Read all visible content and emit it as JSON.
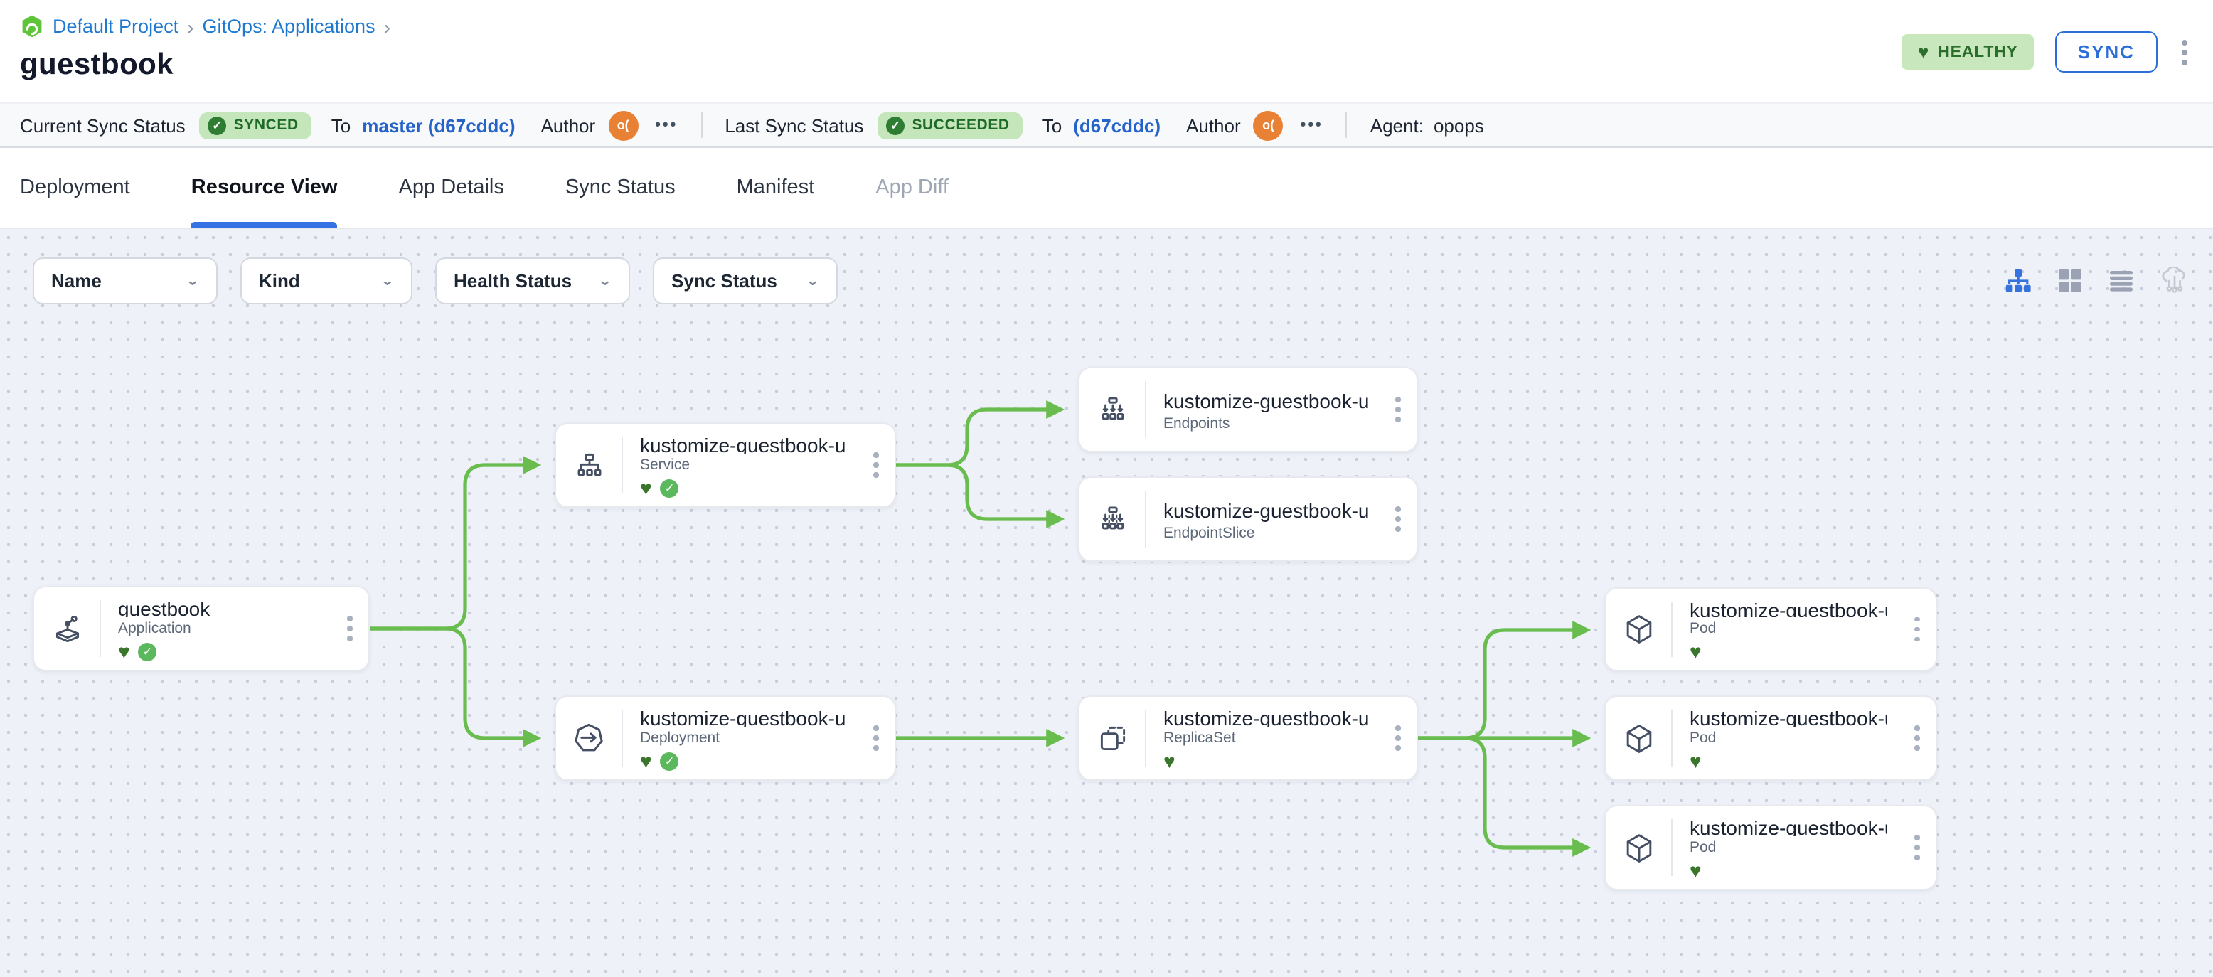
{
  "header": {
    "breadcrumb": {
      "project": "Default Project",
      "separator": "›",
      "section": "GitOps: Applications",
      "title": "guestbook"
    },
    "health_badge": "HEALTHY",
    "sync_button": "SYNC"
  },
  "status_bar": {
    "current": {
      "label": "Current Sync Status",
      "badge": "SYNCED",
      "to": "To",
      "commit": "master (d67cddc)",
      "author": "Author",
      "avatar_initials": "o(",
      "more": "•••"
    },
    "last": {
      "label": "Last Sync Status",
      "badge": "SUCCEEDED",
      "to": "To",
      "commit": "(d67cddc)",
      "author": "Author",
      "avatar_initials": "o(",
      "more": "•••"
    },
    "agent_label": "Agent:",
    "agent_value": "opops"
  },
  "tabs": [
    {
      "label": "Deployment",
      "active": false
    },
    {
      "label": "Resource View",
      "active": true
    },
    {
      "label": "App Details",
      "active": false
    },
    {
      "label": "Sync Status",
      "active": false
    },
    {
      "label": "Manifest",
      "active": false
    },
    {
      "label": "App Diff",
      "active": false,
      "disabled": true
    }
  ],
  "filters": [
    {
      "label": "Name"
    },
    {
      "label": "Kind"
    },
    {
      "label": "Health Status"
    },
    {
      "label": "Sync Status"
    }
  ],
  "view_modes": [
    {
      "icon": "tree-view-icon",
      "active": true
    },
    {
      "icon": "grid-view-icon",
      "active": false
    },
    {
      "icon": "list-view-icon",
      "active": false
    },
    {
      "icon": "cloud-deploy-icon",
      "active": false
    }
  ],
  "graph": {
    "nodes": [
      {
        "title": "guestbook",
        "kind": "Application",
        "healthy": true,
        "synced": true
      },
      {
        "title": "kustomize-guestbook-ui",
        "kind": "Service",
        "healthy": true,
        "synced": true
      },
      {
        "title": "kustomize-guestbook-ui",
        "kind": "Endpoints",
        "healthy": false,
        "synced": false
      },
      {
        "title": "kustomize-guestbook-ui-...",
        "kind": "EndpointSlice",
        "healthy": false,
        "synced": false
      },
      {
        "title": "kustomize-guestbook-ui",
        "kind": "Deployment",
        "healthy": true,
        "synced": true
      },
      {
        "title": "kustomize-guestbook-ui-...",
        "kind": "ReplicaSet",
        "healthy": true,
        "synced": false
      },
      {
        "title": "kustomize-guestbook-ui-...",
        "kind": "Pod",
        "healthy": true,
        "synced": false
      },
      {
        "title": "kustomize-guestbook-ui-...",
        "kind": "Pod",
        "healthy": true,
        "synced": false
      },
      {
        "title": "kustomize-guestbook-ui-...",
        "kind": "Pod",
        "healthy": true,
        "synced": false
      }
    ],
    "edges": [
      {
        "from": "guestbook/Application",
        "to": "kustomize-guestbook-ui/Service"
      },
      {
        "from": "guestbook/Application",
        "to": "kustomize-guestbook-ui/Deployment"
      },
      {
        "from": "kustomize-guestbook-ui/Service",
        "to": "kustomize-guestbook-ui/Endpoints"
      },
      {
        "from": "kustomize-guestbook-ui/Service",
        "to": "kustomize-guestbook-ui-.../EndpointSlice"
      },
      {
        "from": "kustomize-guestbook-ui/Deployment",
        "to": "kustomize-guestbook-ui-.../ReplicaSet"
      },
      {
        "from": "kustomize-guestbook-ui-.../ReplicaSet",
        "to": "kustomize-guestbook-ui-.../Pod-1"
      },
      {
        "from": "kustomize-guestbook-ui-.../ReplicaSet",
        "to": "kustomize-guestbook-ui-.../Pod-2"
      },
      {
        "from": "kustomize-guestbook-ui-.../ReplicaSet",
        "to": "kustomize-guestbook-ui-.../Pod-3"
      }
    ]
  },
  "colors": {
    "accent_blue": "#3672dd",
    "link_blue": "#2079d0",
    "commit_blue": "#2563c9",
    "edge_green": "#69bd4f",
    "heart_green": "#39762b",
    "check_green": "#5cb85c",
    "badge_bg": "#c5e6ba",
    "badge_text": "#1d6b27",
    "canvas_bg": "#eef2f8"
  }
}
